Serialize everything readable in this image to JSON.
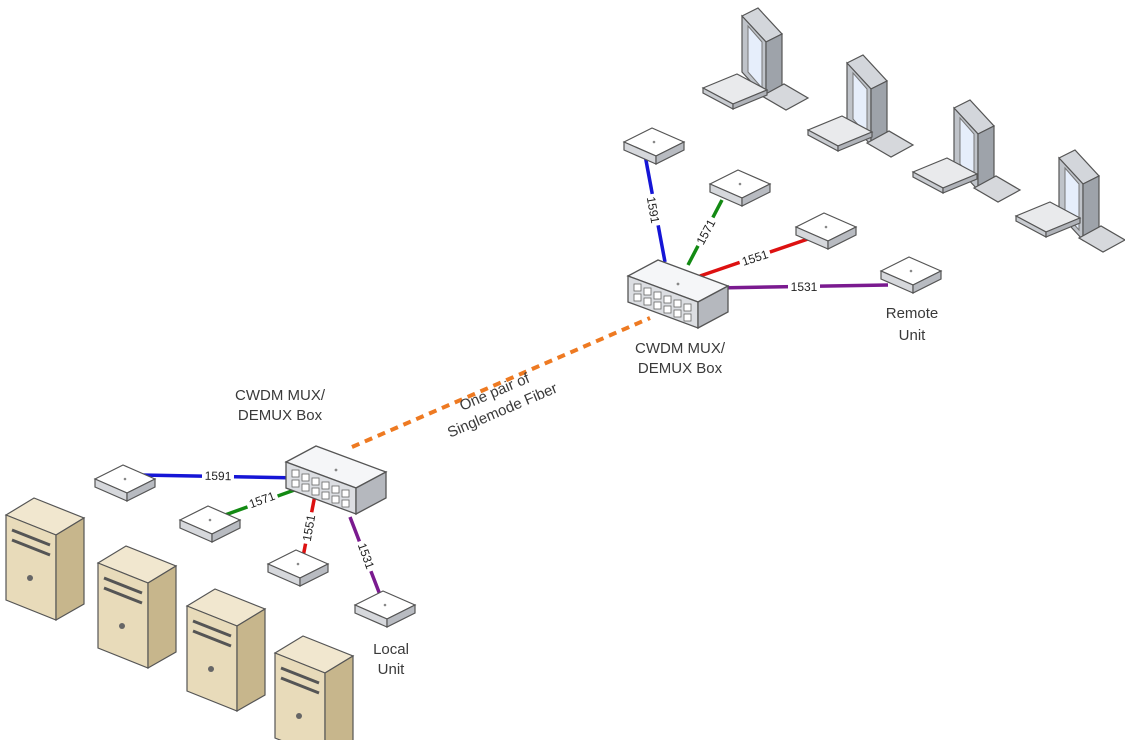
{
  "colors": {
    "ch_1591": "#1515d6",
    "ch_1571": "#138a13",
    "ch_1551": "#dd1111",
    "ch_1531": "#7a1a8f",
    "fiber": "#ee7a22",
    "device_body": "#f3f4f6",
    "server_body": "#e7d9b8"
  },
  "icons": [
    "switch-icon",
    "converter-unit-icon",
    "server-tower-icon",
    "monitor-icon",
    "keyboard-icon"
  ],
  "labels": {
    "mux_local_line1": "CWDM MUX/",
    "mux_local_line2": "DEMUX Box",
    "mux_remote_line1": "CWDM MUX/",
    "mux_remote_line2": "DEMUX Box",
    "fiber_line1": "One pair of",
    "fiber_line2": "Singlemode Fiber",
    "local_unit_line1": "Local",
    "local_unit_line2": "Unit",
    "remote_unit_line1": "Remote",
    "remote_unit_line2": "Unit"
  },
  "wavelengths": {
    "local": [
      "1591",
      "1571",
      "1551",
      "1531"
    ],
    "remote": [
      "1591",
      "1571",
      "1551",
      "1531"
    ]
  }
}
